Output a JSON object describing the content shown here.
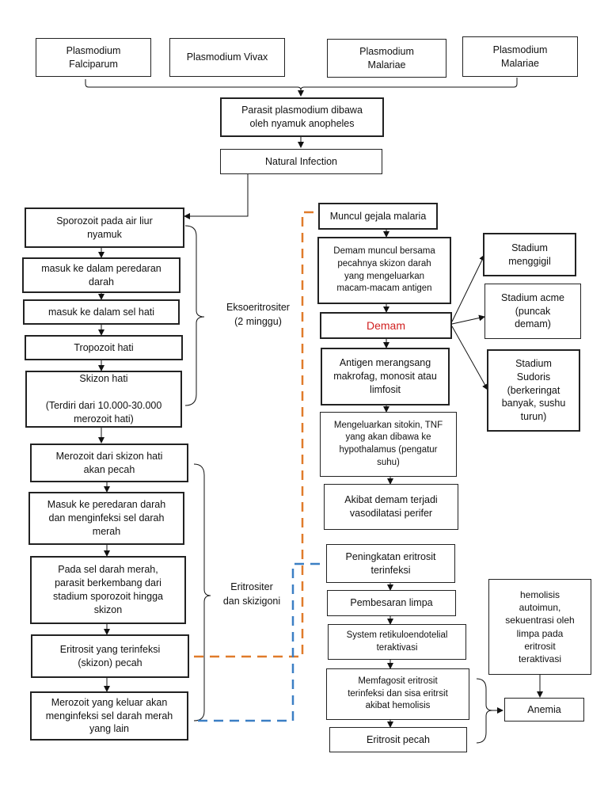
{
  "types": [
    "Plasmodium\nFalciparum",
    "Plasmodium Vivax",
    "Plasmodium\nMalariae",
    "Plasmodium\nMalariae"
  ],
  "parasit": "Parasit plasmodium dibawa\noleh nyamuk anopheles",
  "natural": "Natural Infection",
  "left_chain": [
    "Sporozoit pada air liur\nnyamuk",
    "masuk ke dalam peredaran\ndarah",
    "masuk ke dalam sel hati",
    "Tropozoit hati",
    "Skizon hati\n\n(Terdiri dari 10.000-30.000\nmerozoit hati)",
    "Merozoit dari skizon hati\nakan pecah",
    "Masuk ke peredaran darah\ndan menginfeksi sel darah\nmerah",
    "Pada sel darah merah,\nparasit berkembang dari\nstadium sporozoit hingga\nskizon",
    "Eritrosit yang terinfeksi\n(skizon) pecah",
    "Merozoit yang keluar akan\nmenginfeksi sel darah merah\nyang lain"
  ],
  "labels": {
    "ekso": "Eksoeritrositer\n(2 minggu)",
    "eritro": "Eritrositer\ndan skizigoni"
  },
  "middle_chain": [
    "Muncul gejala malaria",
    "Demam muncul bersama\npecahnya skizon darah\nyang mengeluarkan\nmacam-macam antigen",
    "Demam",
    "Antigen merangsang\nmakrofag, monosit atau\nlimfosit",
    "Mengeluarkan sitokin, TNF\nyang akan dibawa ke\nhypothalamus (pengatur\nsuhu)",
    "Akibat demam terjadi\nvasodilatasi perifer"
  ],
  "stadium": [
    "Stadium\nmenggigil",
    "Stadium acme\n(puncak\ndemam)",
    "Stadium\nSudoris\n(berkeringat\nbanyak, sushu\nturun)"
  ],
  "lower_chain": [
    "Peningkatan eritrosit\nterinfeksi",
    "Pembesaran limpa",
    "System retikuloendotelial\nteraktivasi",
    "Memfagosit eritrosit\nterinfeksi dan sisa eritrsit\nakibat hemolisis",
    "Eritrosit pecah"
  ],
  "hemolisis": "hemolisis\nautoimun,\nsekuentrasi oleh\nlimpa pada\neritrosit\nteraktivasi",
  "anemia": "Anemia",
  "colors": {
    "orange": "#e07b2a",
    "blue": "#3b7fc4",
    "red": "#d01f1f"
  }
}
